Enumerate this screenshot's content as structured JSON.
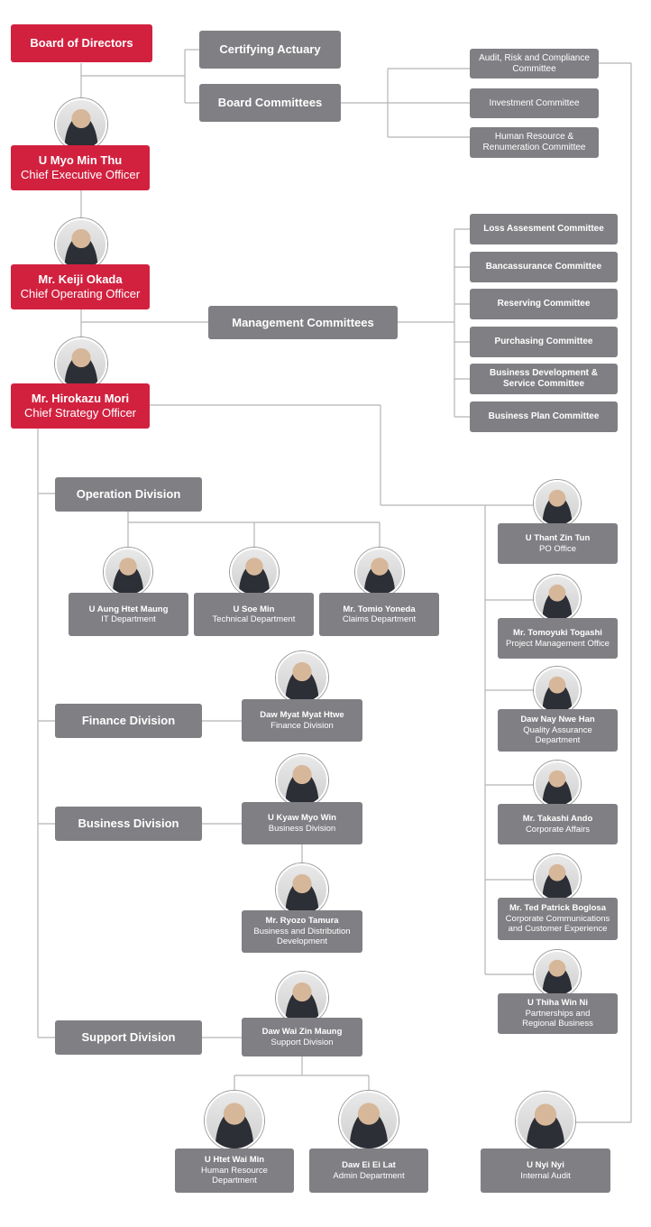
{
  "board": {
    "label": "Board of Directors"
  },
  "certifying_actuary": {
    "label": "Certifying Actuary"
  },
  "board_committees": {
    "label": "Board Committees",
    "items": [
      "Audit, Risk and Compliance Committee",
      "Investment Committee",
      "Human Resource & Renumeration Committee"
    ]
  },
  "ceo": {
    "name": "U Myo Min Thu",
    "title": "Chief Executive Officer"
  },
  "coo": {
    "name": "Mr. Keiji Okada",
    "title": "Chief Operating Officer"
  },
  "management_committees": {
    "label": "Management Committees",
    "items": [
      "Loss Assesment Committee",
      "Bancassurance Committee",
      "Reserving Committee",
      "Purchasing Committee",
      "Business Development & Service Committee",
      "Business Plan Committee"
    ]
  },
  "cso": {
    "name": "Mr. Hirokazu Mori",
    "title": "Chief Strategy Officer"
  },
  "divisions": {
    "operation": "Operation Division",
    "finance": "Finance Division",
    "business": "Business Division",
    "support": "Support Division"
  },
  "operation_people": [
    {
      "name": "U Aung Htet Maung",
      "title": "IT Department"
    },
    {
      "name": "U Soe Min",
      "title": "Technical Department"
    },
    {
      "name": "Mr. Tomio Yoneda",
      "title": "Claims Department"
    }
  ],
  "finance_head": {
    "name": "Daw Myat Myat Htwe",
    "title": "Finance Division"
  },
  "business_head": {
    "name": "U Kyaw Myo Win",
    "title": "Business Division"
  },
  "business_sub": {
    "name": "Mr. Ryozo Tamura",
    "title": "Business and Distribution Development"
  },
  "support_head": {
    "name": "Daw Wai Zin Maung",
    "title": "Support Division"
  },
  "support_people": [
    {
      "name": "U Htet Wai Min",
      "title": "Human Resource Department"
    },
    {
      "name": "Daw Ei Ei Lat",
      "title": "Admin Department"
    }
  ],
  "strategy_people": [
    {
      "name": "U Thant Zin Tun",
      "title": "PO Office"
    },
    {
      "name": "Mr. Tomoyuki Togashi",
      "title": "Project Management Office"
    },
    {
      "name": "Daw Nay Nwe Han",
      "title": "Quality Assurance Department"
    },
    {
      "name": "Mr. Takashi Ando",
      "title": "Corporate Affairs"
    },
    {
      "name": "Mr. Ted Patrick Boglosa",
      "title": "Corporate Communications and Customer Experience"
    },
    {
      "name": "U Thiha Win Ni",
      "title": "Partnerships and Regional Business"
    }
  ],
  "internal_audit": {
    "name": "U Nyi Nyi",
    "title": "Internal Audit"
  },
  "colors": {
    "red": "#d2213f",
    "grey": "#807f83",
    "line": "#b5b5b5"
  },
  "icons": {
    "photo": "person-photo-icon"
  }
}
